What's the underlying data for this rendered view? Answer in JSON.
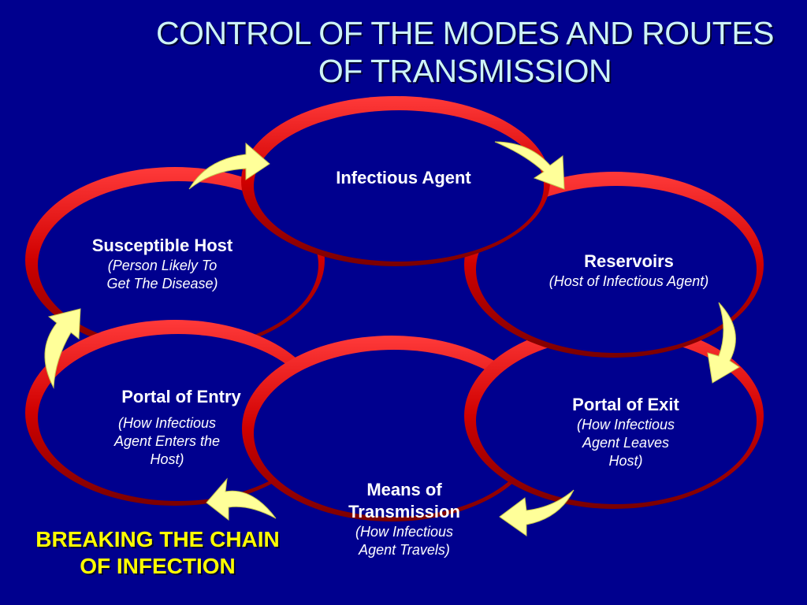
{
  "title": {
    "line1": "CONTROL OF THE MODES AND ROUTES",
    "line2": "OF TRANSMISSION"
  },
  "nodes": {
    "infectious_agent": {
      "heading": "Infectious Agent"
    },
    "reservoirs": {
      "heading": "Reservoirs",
      "sub1": "(Host of Infectious Agent)"
    },
    "portal_of_exit": {
      "heading": "Portal of Exit",
      "sub1": "(How Infectious",
      "sub2": "Agent Leaves",
      "sub3": "Host)"
    },
    "means_of_transmission": {
      "heading1": "Means of",
      "heading2": "Transmission",
      "sub1": "(How Infectious",
      "sub2": "Agent Travels)"
    },
    "portal_of_entry": {
      "heading": "Portal of Entry",
      "sub1": "(How Infectious",
      "sub2": "Agent Enters the",
      "sub3": "Host)"
    },
    "susceptible_host": {
      "heading": "Susceptible Host",
      "sub1": "(Person Likely To",
      "sub2": "Get The Disease)"
    }
  },
  "slogan": {
    "line1": "BREAKING THE CHAIN",
    "line2": "OF INFECTION"
  },
  "colors": {
    "background": "#00008e",
    "ring": "#d80000",
    "ring_dark": "#8a0000",
    "arrow": "#ffff99",
    "title": "#cdf3f7",
    "slogan": "#ffff00"
  }
}
